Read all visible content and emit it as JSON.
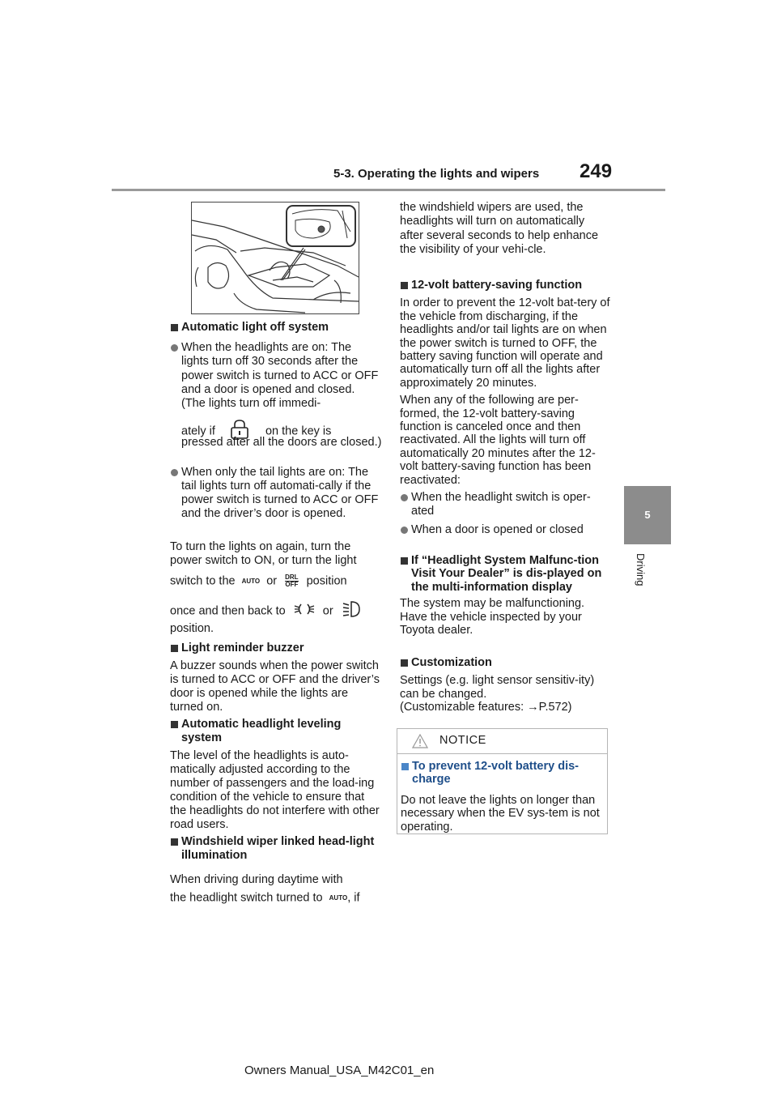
{
  "header": {
    "section": "5-3. Operating the lights and wipers",
    "page_number": "249"
  },
  "side_tab": {
    "chapter_number": "5",
    "chapter_label": "Driving"
  },
  "left_col": {
    "auto_off_head": "Automatic light off system",
    "auto_off_b1_line1": "When the headlights are on: The lights turn off 30 seconds after the power switch is turned to ACC or OFF and a door is opened and closed. (The lights turn off immedi-",
    "auto_off_b1_pre_icon": "ately if",
    "auto_off_b1_post_icon": "on the key is",
    "auto_off_b1_tail": "pressed after all the doors are closed.)",
    "auto_off_b2": "When only the tail lights are on: The tail lights turn off automati-cally if the power switch is turned to ACC or OFF and the driver’s door is opened.",
    "turn_on_line1": "To turn the lights on again, turn the power switch to ON, or turn the light",
    "turn_on_pre": "switch to the",
    "turn_on_or1": "or",
    "turn_on_position": "position",
    "turn_on_back": "once and then back to",
    "turn_on_or2": "or",
    "turn_on_end": "position.",
    "buzzer_head": "Light reminder buzzer",
    "buzzer_body": "A buzzer sounds when the power switch is turned to ACC or OFF and the driver’s door is opened while the lights are turned on.",
    "leveling_head": "Automatic headlight leveling system",
    "leveling_body": "The level of the headlights is auto-matically adjusted according to the number of passengers and the load-ing condition of the vehicle to ensure that the headlights do not interfere with other road users.",
    "wiper_head": "Windshield wiper linked head-light illumination",
    "wiper_body1": "When driving during daytime with",
    "wiper_body2_pre": "the headlight switch turned to",
    "wiper_body2_post": ", if"
  },
  "right_col": {
    "wiper_cont": "the windshield wipers are used, the headlights will turn on automatically after several seconds to help enhance the visibility of your vehi-cle.",
    "battery_head": "12-volt battery-saving function",
    "battery_body1": "In order to prevent the 12-volt bat-tery of the vehicle from discharging, if the headlights and/or tail lights are on when the power switch is turned to OFF, the battery saving function will operate and automatically turn off all the lights after approximately 20 minutes.",
    "battery_body2": "When any of the following are per-formed, the 12-volt battery-saving function is canceled once and then reactivated. All the lights will turn off automatically 20 minutes after the 12-volt battery-saving function has been reactivated:",
    "battery_b1": "When the headlight switch is oper-ated",
    "battery_b2": "When a door is opened or closed",
    "malfunc_head": "If “Headlight System Malfunc-tion Visit Your Dealer” is dis-played on the multi-information display",
    "malfunc_body": "The system may be malfunctioning. Have the vehicle inspected by your Toyota dealer.",
    "custom_head": "Customization",
    "custom_body1": "Settings (e.g. light sensor sensitiv-ity) can be changed.",
    "custom_body2": "(Customizable features: →P.572)"
  },
  "notice": {
    "title": "NOTICE",
    "head": "To prevent 12-volt battery dis-charge",
    "body": "Do not leave the lights on longer than necessary when the EV sys-tem is not operating."
  },
  "icons": {
    "auto": "AUTO",
    "drl_top": "DRL",
    "drl_bottom": "OFF"
  },
  "footer": {
    "text": "Owners Manual_USA_M42C01_en"
  }
}
